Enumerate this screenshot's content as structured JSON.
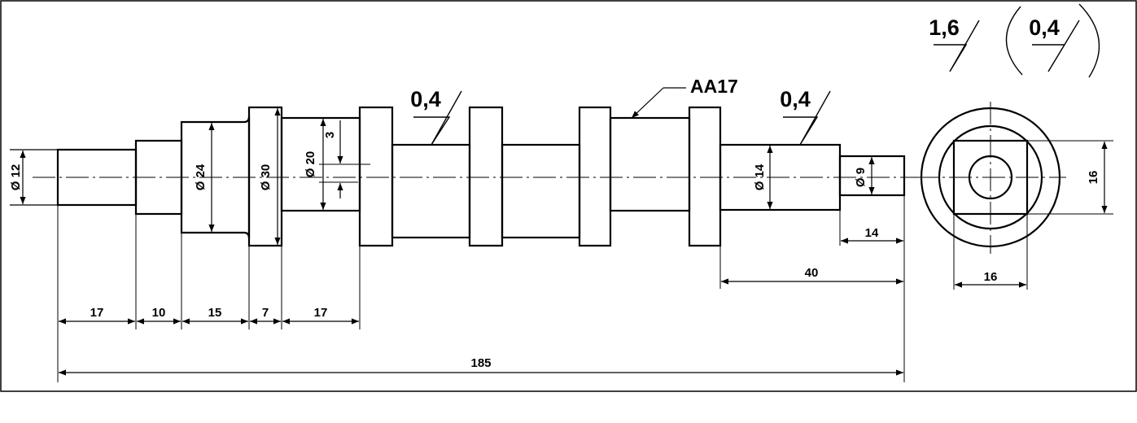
{
  "drawing": {
    "dimensions": {
      "dia_12": "Ø 12",
      "dia_24": "Ø 24",
      "dia_30": "Ø 30",
      "dia_20": "Ø 20",
      "dia_14": "Ø 14",
      "dia_9": "Ø 9",
      "keyway_3": "3",
      "len_17a": "17",
      "len_10": "10",
      "len_15": "15",
      "len_7": "7",
      "len_17b": "17",
      "len_185": "185",
      "len_14": "14",
      "len_40": "40",
      "square_16_vertical": "16",
      "square_16_horizontal": "16"
    },
    "roughness": {
      "left": "0,4",
      "right": "0,4",
      "general": "1,6",
      "general_paren": "0,4"
    },
    "material_label": "AA17",
    "colors": {
      "line": "#000000",
      "background": "#ffffff"
    }
  }
}
